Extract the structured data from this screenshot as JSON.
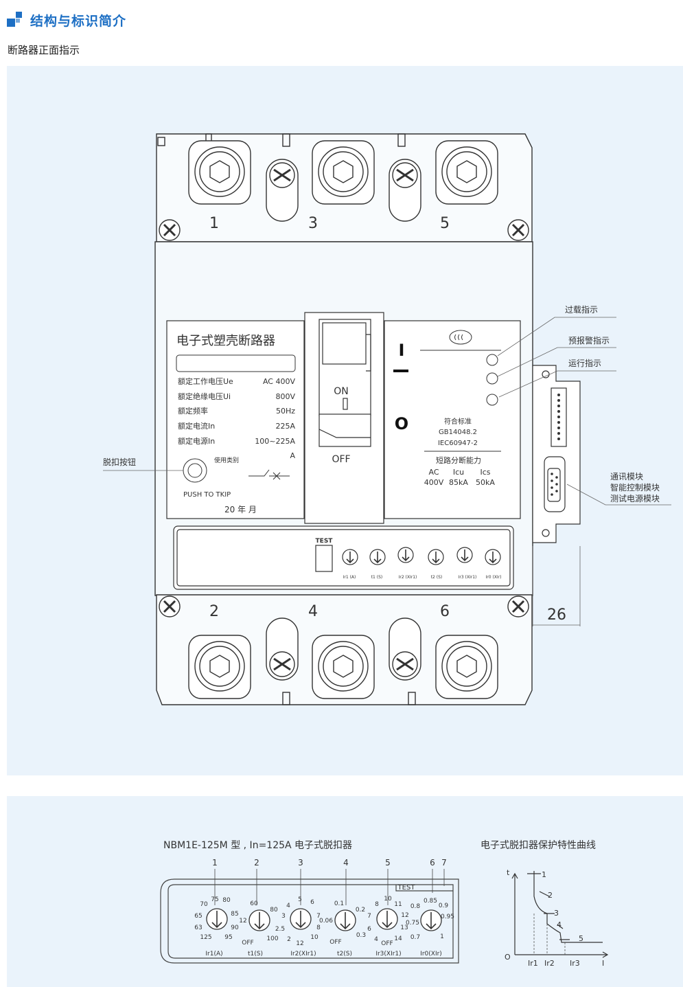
{
  "header": {
    "title": "结构与标识简介",
    "accent_color": "#1d6fc4"
  },
  "subtitle": "断路器正面指示",
  "breaker": {
    "terminals_top": [
      "1",
      "3",
      "5"
    ],
    "terminals_bottom": [
      "2",
      "4",
      "6"
    ],
    "nameplate": {
      "title": "电子式塑壳断路器",
      "rows": [
        {
          "label": "额定工作电压Ue",
          "value": "AC   400V"
        },
        {
          "label": "额定绝缘电压Ui",
          "value": "800V"
        },
        {
          "label": "额定频率",
          "value": "50Hz"
        },
        {
          "label": "额定电流In",
          "value": "225A"
        },
        {
          "label": "额定电源In",
          "value": "100~225A"
        }
      ],
      "unit_a": "A",
      "usage_class": "使用类别",
      "push_to_trip": "PUSH TO TKIP",
      "date": "20    年    月"
    },
    "handle_on": "ON",
    "handle_off": "OFF",
    "symbol_on": "I",
    "symbol_off": "O",
    "certification": {
      "line1": "符合标准",
      "line2": "GB14048.2",
      "line3": "IEC60947-2",
      "capacity_title": "短路分断能力",
      "row1": [
        "AC",
        "Icu",
        "Ics"
      ],
      "row2": [
        "400V",
        "85kA",
        "50kA"
      ]
    },
    "test_label": "TEST",
    "dial_captions": [
      "Ir1 (A)",
      "t1 (S)",
      "Ir2 (XIr1)",
      "t2 (S)",
      "Ir3 (XIr1)",
      "Ir0 (XIr)"
    ],
    "dimension": "26"
  },
  "callouts": {
    "overload": "过载指示",
    "prealarm": "预报警指示",
    "running": "运行指示",
    "trip_button": "脱扣按钮",
    "module_1": "通讯模块",
    "module_2": "智能控制模块",
    "module_3": "测试电源模块"
  },
  "trip_unit": {
    "title": "NBM1E-125M 型 , In=125A 电子式脱扣器",
    "numbers": [
      "1",
      "2",
      "3",
      "4",
      "5",
      "6",
      "7"
    ],
    "test_label": "TEST",
    "dials": [
      {
        "caption": "Ir1(A)",
        "marks": [
          "70",
          "75",
          "80",
          "85",
          "90",
          "95",
          "125",
          "63",
          "65"
        ]
      },
      {
        "caption": "t1(S)",
        "marks": [
          "60",
          "80",
          "100",
          "OFF",
          "12"
        ]
      },
      {
        "caption": "Ir2(XIr1)",
        "marks": [
          "4",
          "5",
          "6",
          "7",
          "8",
          "10",
          "12",
          "2",
          "2.5",
          "3"
        ]
      },
      {
        "caption": "t2(S)",
        "marks": [
          "0.1",
          "0.2",
          "0.3",
          "OFF",
          "0.06"
        ]
      },
      {
        "caption": "Ir3(XIr1)",
        "marks": [
          "8",
          "10",
          "11",
          "12",
          "13",
          "14",
          "OFF",
          "4",
          "6",
          "7"
        ]
      },
      {
        "caption": "Ir0(XIr)",
        "marks": [
          "0.8",
          "0.85",
          "0.9",
          "0.95",
          "1",
          "0.7",
          "0.75"
        ]
      }
    ]
  },
  "curve": {
    "title": "电子式脱扣器保护特性曲线",
    "y_axis": "t",
    "x_axis": "I",
    "origin": "O",
    "x_ticks": [
      "Ir1",
      "Ir2",
      "Ir3"
    ],
    "labels": [
      "1",
      "2",
      "3",
      "4",
      "5"
    ]
  }
}
